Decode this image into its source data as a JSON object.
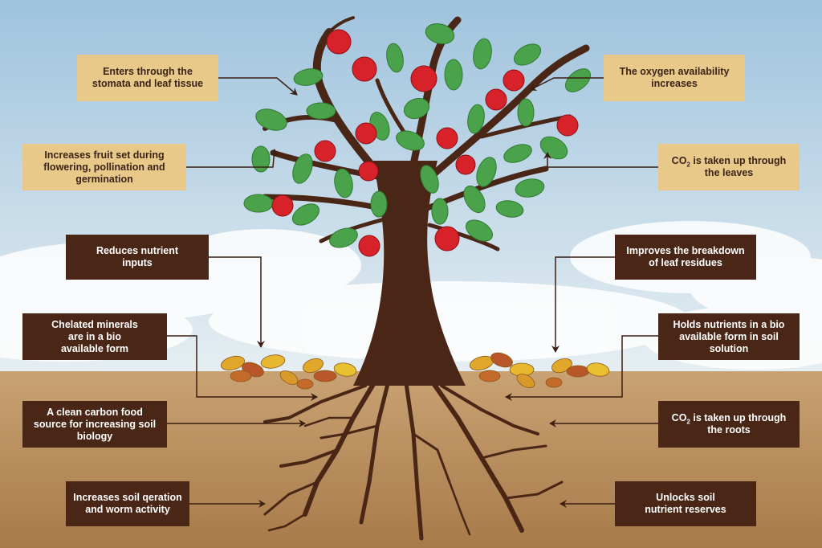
{
  "labels": {
    "stomata": [
      "Enters through the",
      "stomata and leaf tissue"
    ],
    "fruit_set": [
      "Increases fruit set during",
      "flowering, pollination and",
      "germination"
    ],
    "oxygen": [
      "The oxygen availability",
      "increases"
    ],
    "co2_leaves": {
      "pre": "CO",
      "sub": "2",
      "post": " is taken up through",
      "line2": "the leaves"
    },
    "reduces_nutrient": [
      "Reduces nutrient",
      "inputs"
    ],
    "chelated": [
      "Chelated minerals",
      "are in a bio",
      "available form"
    ],
    "carbon_food": [
      "A clean carbon food",
      "source for increasing soil",
      "biology"
    ],
    "aeration": [
      "Increases soil qeration",
      "and worm activity"
    ],
    "breakdown": [
      "Improves the breakdown",
      "of leaf residues"
    ],
    "holds_nutrients": [
      "Holds nutrients in a bio",
      "available form in soil",
      "solution"
    ],
    "co2_roots": {
      "pre": "CO",
      "sub": "2",
      "post": " is taken up through",
      "line2": "the roots"
    },
    "unlocks": [
      "Unlocks soil",
      "nutrient reserves"
    ]
  },
  "colors": {
    "sky_top": "#9fc3dd",
    "sky_bottom": "#e6eef2",
    "soil_top": "#c9a273",
    "soil_bottom": "#a87a4a",
    "trunk": "#4a2616",
    "leaf": "#4aa34a",
    "apple": "#d8222a",
    "light_box": "#e8c98a",
    "dark_box": "#4a2616"
  }
}
